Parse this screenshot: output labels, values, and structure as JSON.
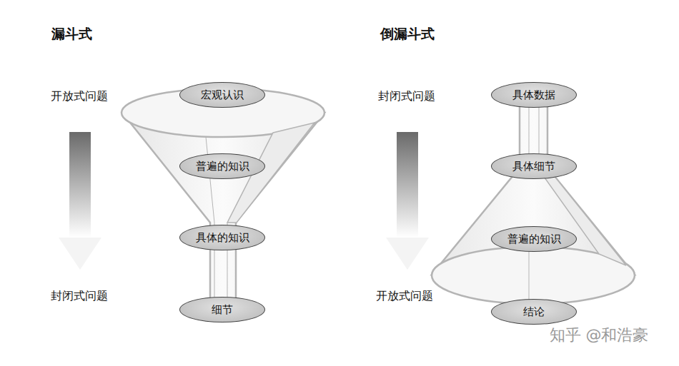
{
  "diagram": {
    "nodes": [
      {
        "text": [
          "宏观认识"
        ]
      },
      {
        "text": [
          "普遍的知识"
        ]
      },
      {
        "text": [
          "具体的知识"
        ]
      },
      {
        "text": [
          "细节"
        ]
      },
      {
        "text": [
          "具体数据"
        ]
      },
      {
        "text": [
          "具体细节"
        ]
      },
      {
        "text": [
          "普遍的知识"
        ]
      },
      {
        "text": [
          "结论"
        ]
      }
    ],
    "labels": [
      "漏斗式",
      "开放式问题",
      "封闭式问题",
      "倒漏斗式",
      "封闭式问题",
      "开放式问题",
      "知乎 @和浩豪"
    ]
  }
}
